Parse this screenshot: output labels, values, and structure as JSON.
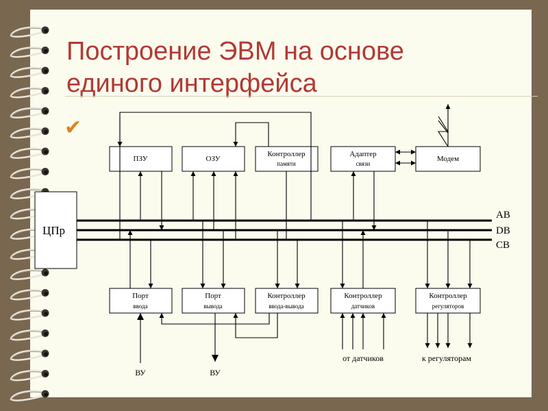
{
  "slide": {
    "title": "Построение ЭВМ на основе единого интерфейса",
    "bullet_icon": "checkmark-icon",
    "colors": {
      "title": "#b03a34",
      "bullet": "#d8851e",
      "page": "#fbfbee",
      "background": "#7a6750"
    }
  },
  "diagram": {
    "cpu": "ЦПр",
    "buses": [
      "AB",
      "DB",
      "CB"
    ],
    "rom": "ПЗУ",
    "ram": "ОЗУ",
    "memory_controller": [
      "Контроллер",
      "памяти"
    ],
    "comm_adapter": [
      "Адаптер",
      "связи"
    ],
    "modem": "Модем",
    "input_port": [
      "Порт",
      "ввода"
    ],
    "output_port": [
      "Порт",
      "вывода"
    ],
    "io_controller": [
      "Контроллер",
      "ввода-вывода"
    ],
    "sensor_controller": [
      "Контроллер",
      "датчиков"
    ],
    "regulator_controller": [
      "Контроллер",
      "регуляторов"
    ],
    "input_device": "ВУ",
    "output_device": "ВУ",
    "from_sensors": "от датчиков",
    "to_regulators": "к регуляторам"
  }
}
